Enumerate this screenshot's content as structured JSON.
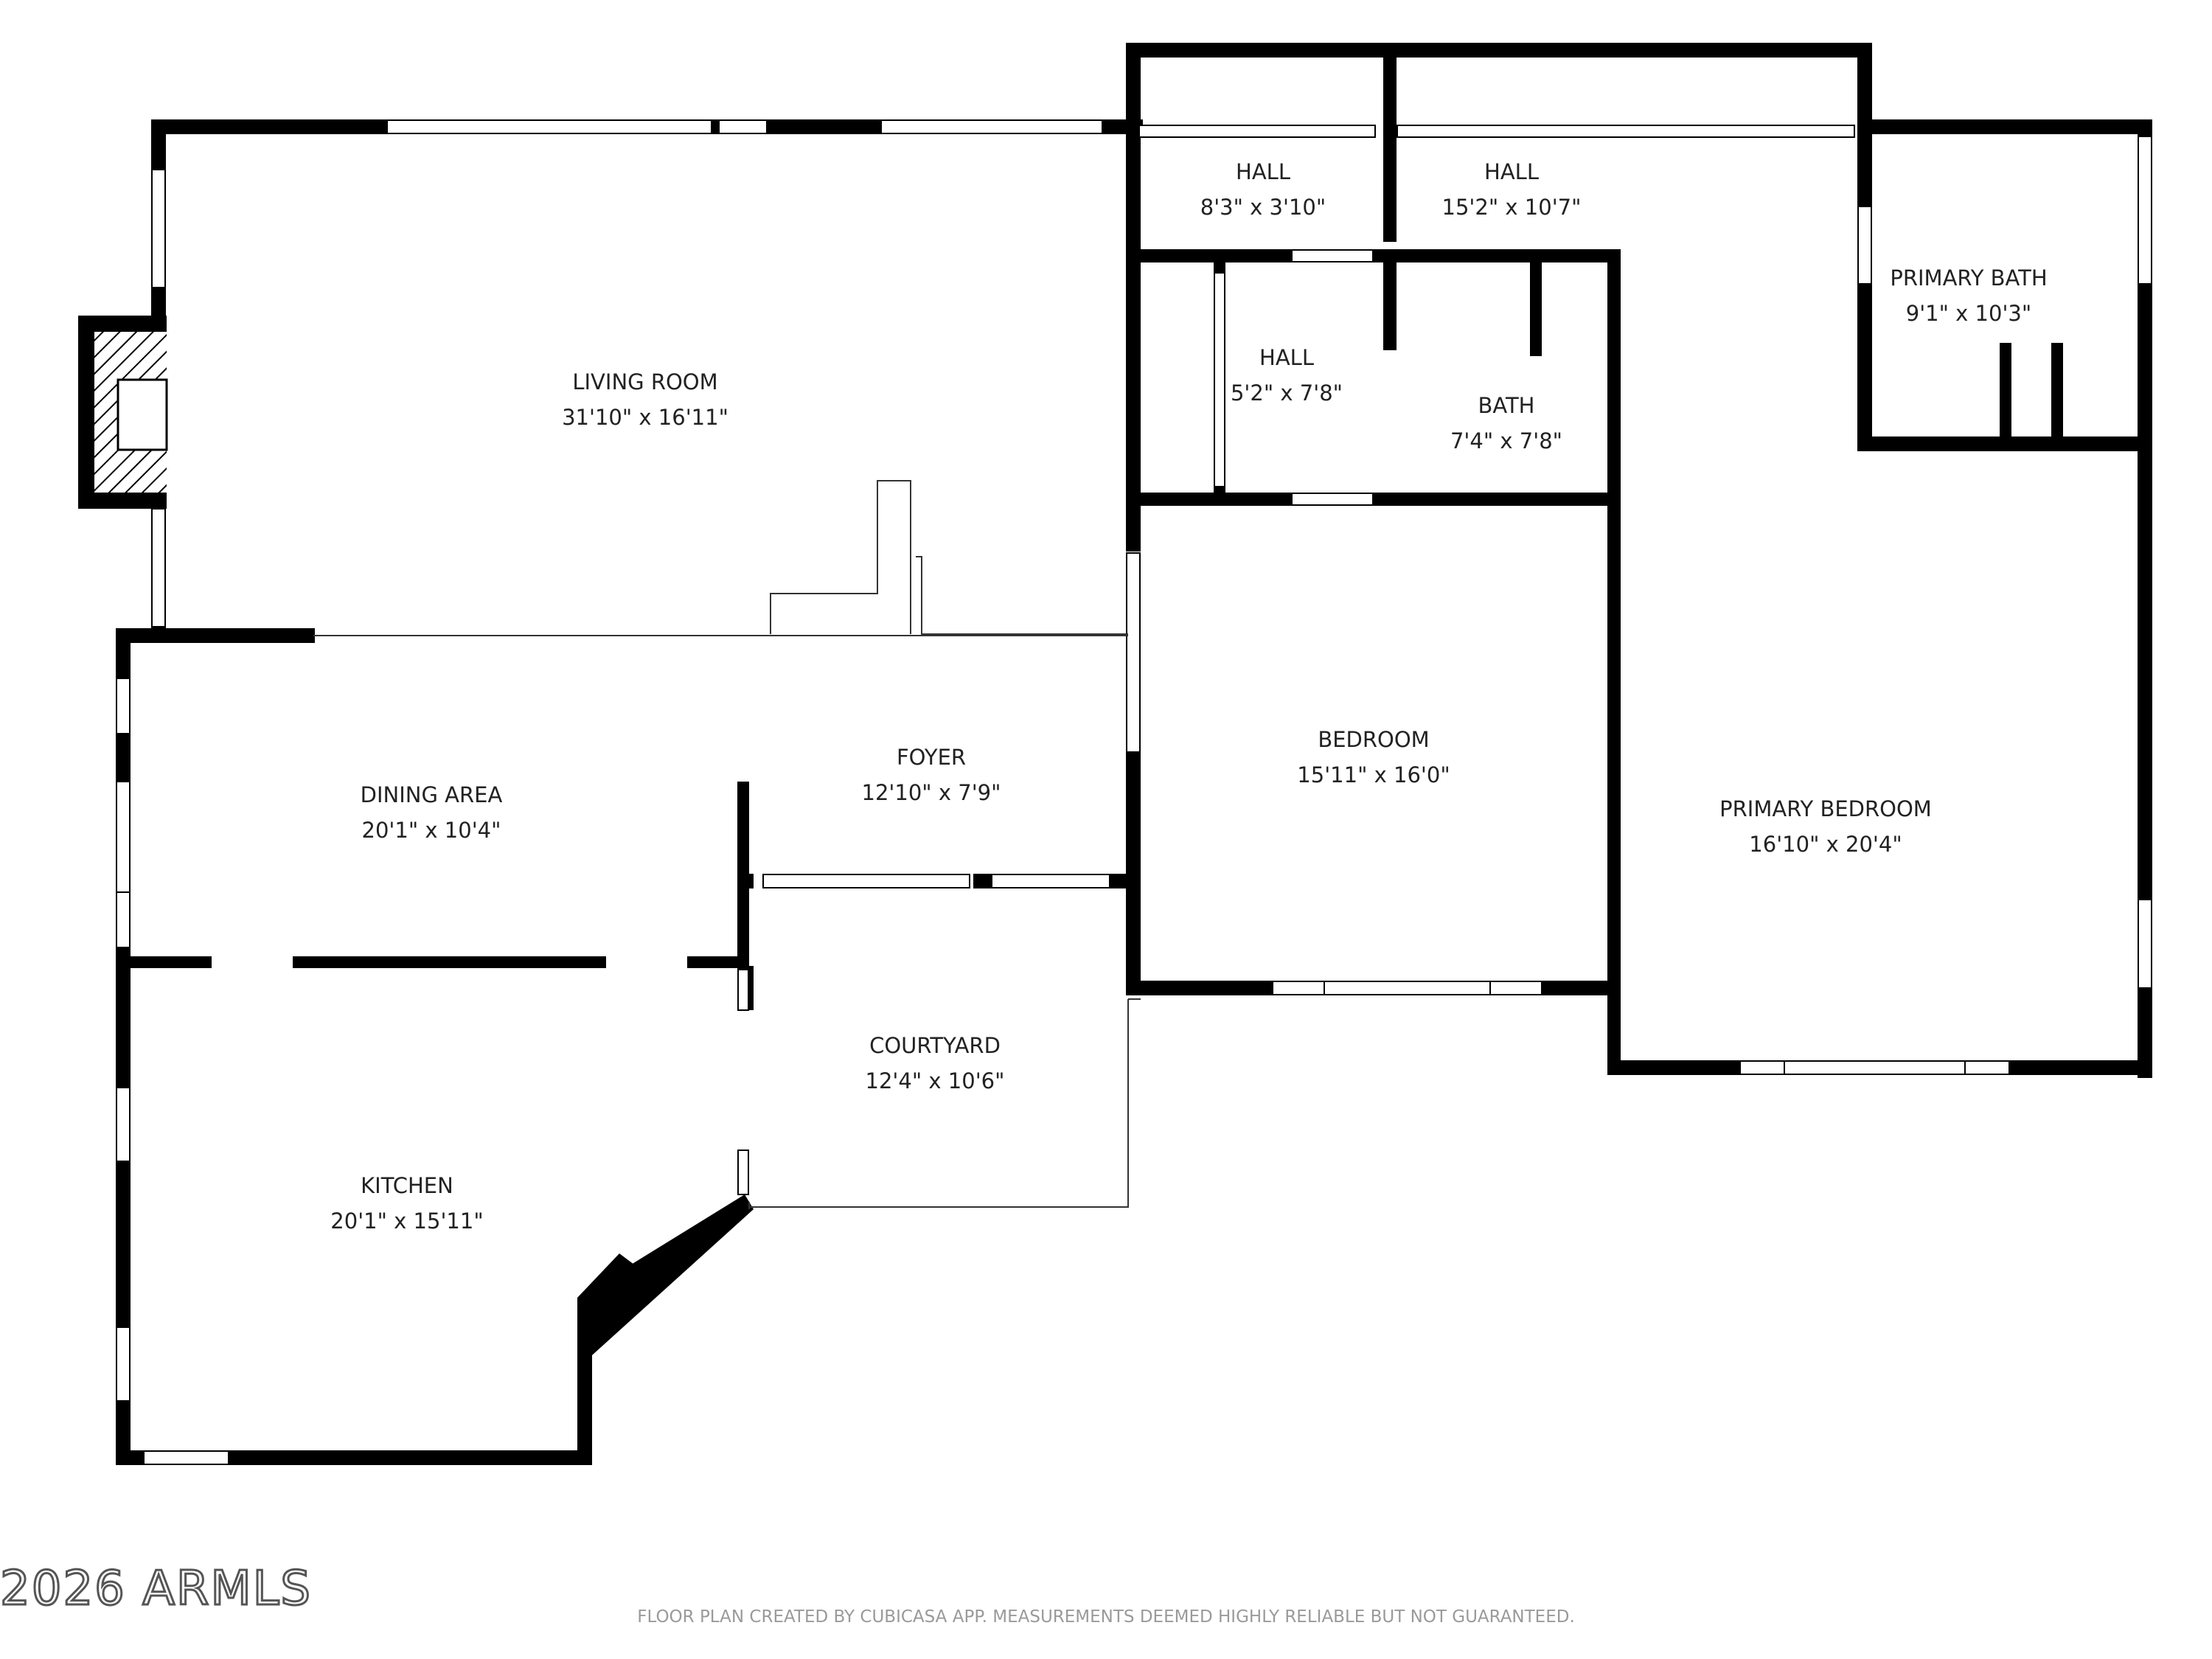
{
  "rooms": [
    {
      "id": "living-room",
      "name": "LIVING ROOM",
      "dims": "31'10\" x 16'11\""
    },
    {
      "id": "hall-1",
      "name": "HALL",
      "dims": "8'3\" x 3'10\""
    },
    {
      "id": "hall-2",
      "name": "HALL",
      "dims": "15'2\" x 10'7\""
    },
    {
      "id": "primary-bath",
      "name": "PRIMARY BATH",
      "dims": "9'1\" x 10'3\""
    },
    {
      "id": "hall-3",
      "name": "HALL",
      "dims": "5'2\" x 7'8\""
    },
    {
      "id": "bath",
      "name": "BATH",
      "dims": "7'4\" x 7'8\""
    },
    {
      "id": "foyer",
      "name": "FOYER",
      "dims": "12'10\" x 7'9\""
    },
    {
      "id": "dining-area",
      "name": "DINING AREA",
      "dims": "20'1\" x 10'4\""
    },
    {
      "id": "bedroom",
      "name": "BEDROOM",
      "dims": "15'11\" x 16'0\""
    },
    {
      "id": "primary-bedroom",
      "name": "PRIMARY BEDROOM",
      "dims": "16'10\" x 20'4\""
    },
    {
      "id": "courtyard",
      "name": "COURTYARD",
      "dims": "12'4\" x 10'6\""
    },
    {
      "id": "kitchen",
      "name": "KITCHEN",
      "dims": "20'1\" x 15'11\""
    }
  ],
  "watermark": "2026 ARMLS",
  "footer": "FLOOR PLAN CREATED BY CUBICASA APP. MEASUREMENTS DEEMED HIGHLY RELIABLE BUT NOT GUARANTEED.",
  "colors": {
    "wall": "#000000",
    "window": "#ffffff",
    "text": "#222222",
    "footer": "#9a9a9a"
  }
}
